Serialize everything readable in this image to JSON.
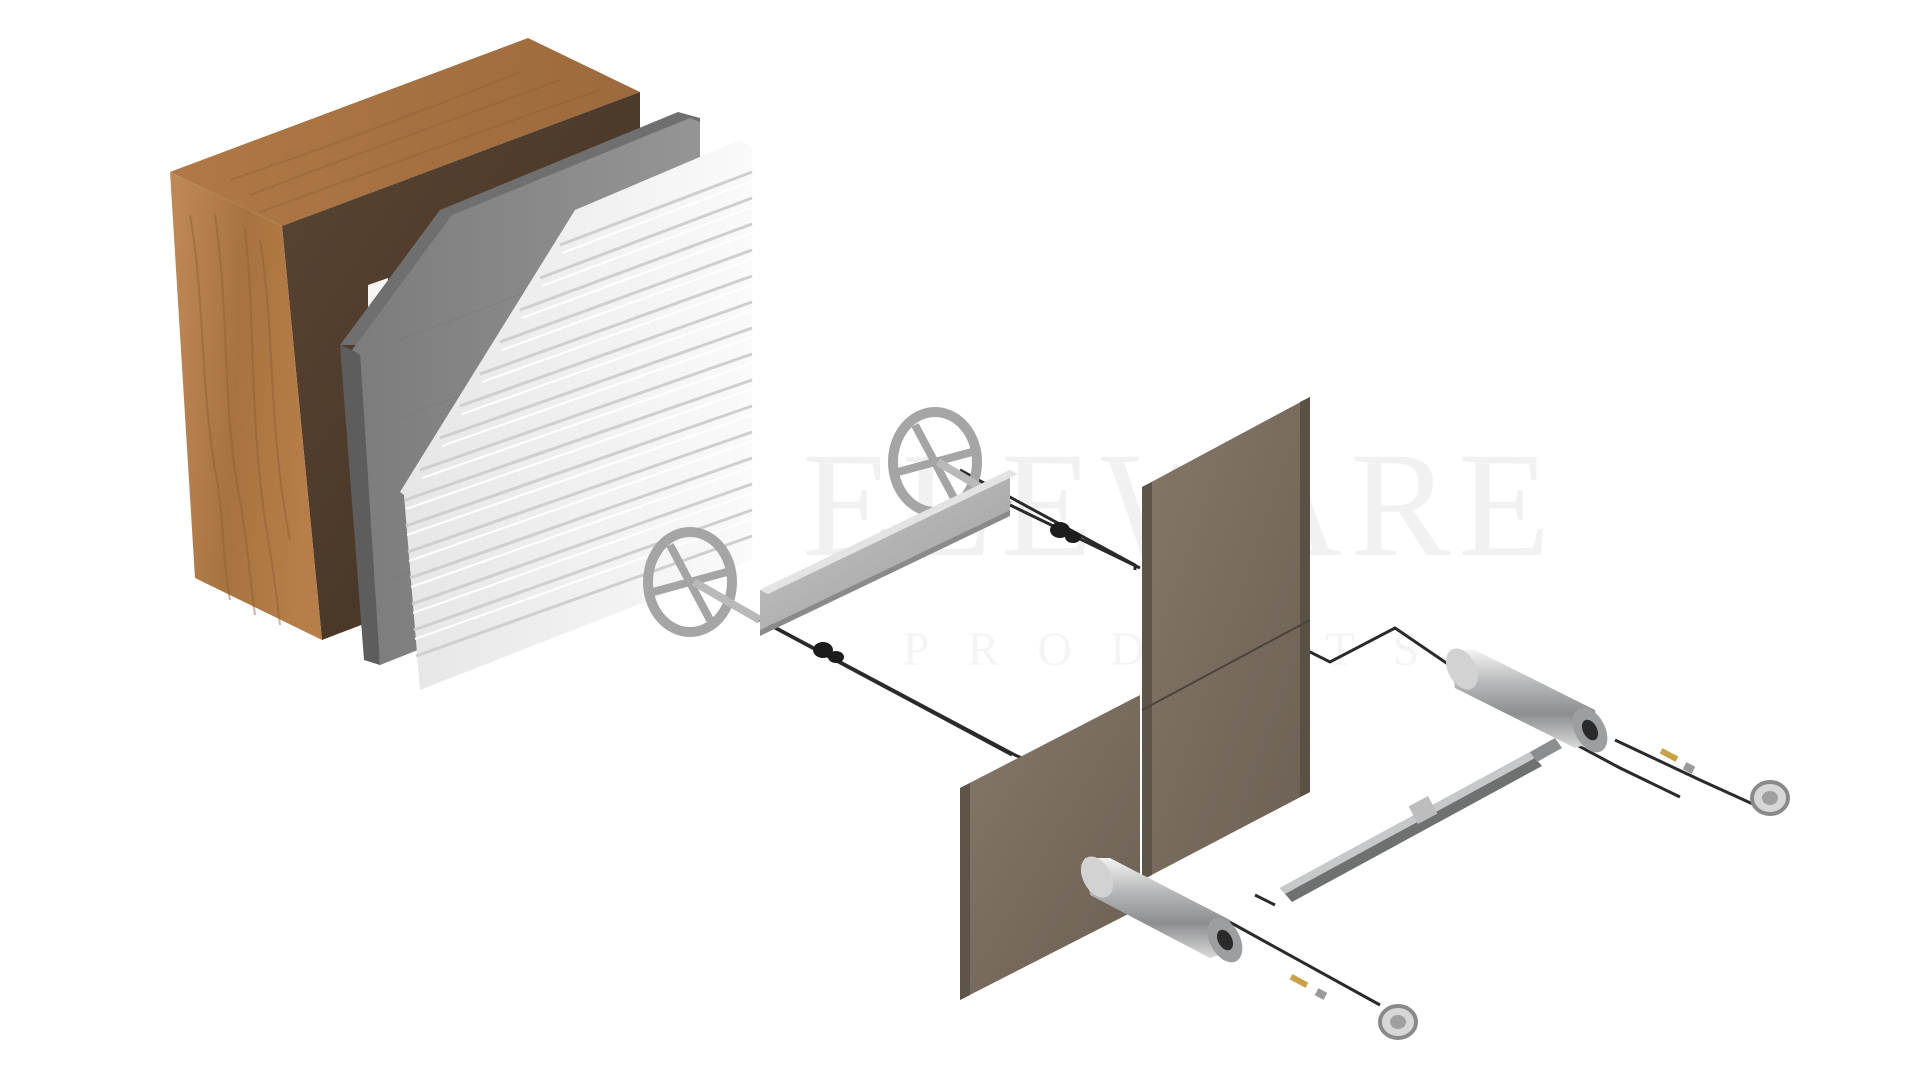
{
  "watermark": {
    "main": "ELEWARE",
    "sub": "PRODUCTS"
  },
  "colors": {
    "background": "#ffffff",
    "wood_light": "#b98452",
    "wood_dark": "#4e3c2c",
    "board_gray": "#8a8a8a",
    "insulation_white": "#f3f3f3",
    "steel": "#c7c8c9",
    "panel_brown": "#766a5d",
    "cable": "#2a2a2a"
  },
  "components": [
    "wood-wall-block",
    "gray-board-layer",
    "white-insulation-layer",
    "wheel-anchors",
    "steel-angle-bracket",
    "facade-panels",
    "tension-rod",
    "steel-sleeves",
    "end-washers"
  ]
}
